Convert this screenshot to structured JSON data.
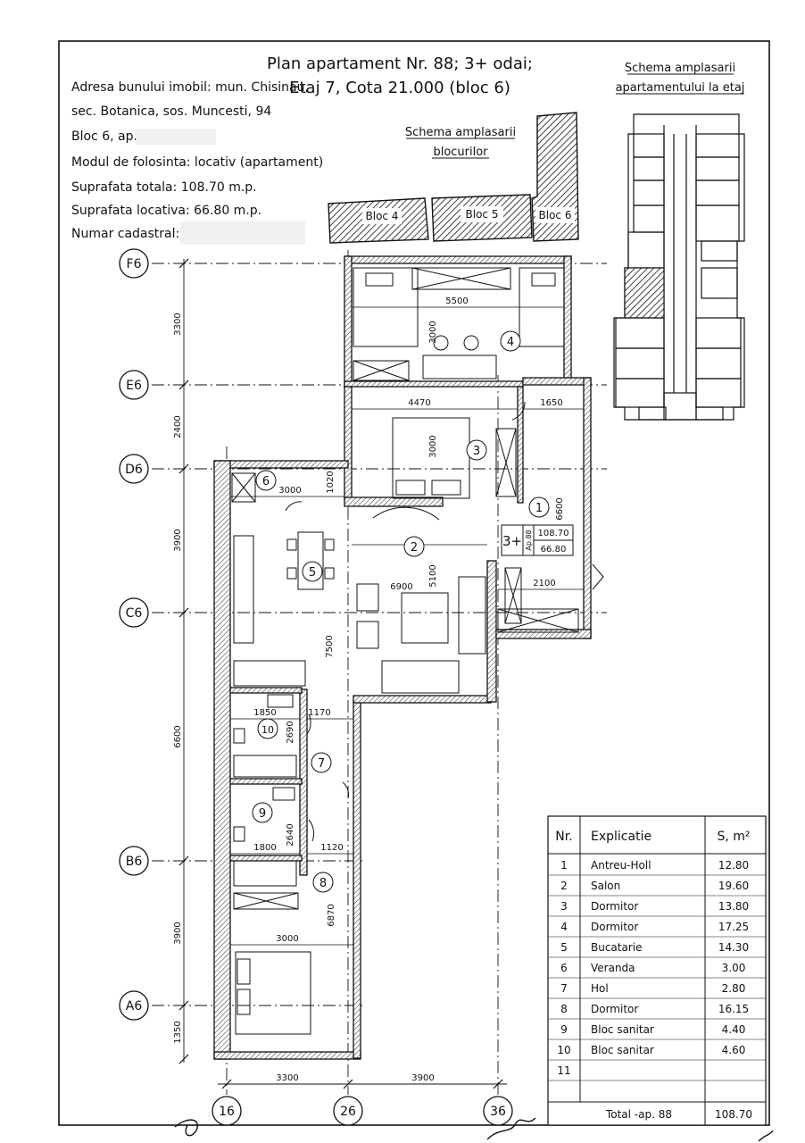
{
  "title": {
    "line1": "Plan apartament  Nr. 88; 3+ odai;",
    "line2": "Etaj 7, Cota 21.000 (bloc 6)"
  },
  "info": [
    "Adresa bunului imobil: mun. Chisinau,",
    "sec. Botanica, sos. Muncesti, 94",
    "Bloc 6, ap.",
    "Modul de folosinta: locativ (apartament)",
    "Suprafata totala: 108.70 m.p.",
    "Suprafata locativa: 66.80 m.p.",
    "Numar cadastral:"
  ],
  "blocks_schema": {
    "title_line1": "Schema amplasarii",
    "title_line2": "blocurilor",
    "blocks": [
      "Bloc 4",
      "Bloc 5",
      "Bloc 6"
    ]
  },
  "floor_schema": {
    "title_line1": "Schema amplasarii",
    "title_line2": "apartamentului la etaj"
  },
  "axes": {
    "rows": [
      "F6",
      "E6",
      "D6",
      "C6",
      "B6",
      "A6"
    ],
    "cols": [
      "16",
      "26",
      "36"
    ]
  },
  "dimensions": {
    "left": [
      "3300",
      "2400",
      "3900",
      "6600",
      "3900",
      "1350"
    ],
    "bottom": [
      "3300",
      "3900"
    ],
    "inner": [
      "5500",
      "3000",
      "4470",
      "1650",
      "3000",
      "3000",
      "1020",
      "6600",
      "6900",
      "5100",
      "2100",
      "7500",
      "1850",
      "1170",
      "2690",
      "1800",
      "1120",
      "2640",
      "6870",
      "3000"
    ]
  },
  "rooms": [
    "1",
    "2",
    "3",
    "4",
    "5",
    "6",
    "7",
    "8",
    "9",
    "10"
  ],
  "apt_badge": {
    "type": "3+",
    "label": "Ap.88",
    "total": "108.70",
    "living": "66.80"
  },
  "table": {
    "headers": [
      "Nr.",
      "Explicatie",
      "S, m²"
    ],
    "rows": [
      [
        "1",
        "Antreu-Holl",
        "12.80"
      ],
      [
        "2",
        "Salon",
        "19.60"
      ],
      [
        "3",
        "Dormitor",
        "13.80"
      ],
      [
        "4",
        "Dormitor",
        "17.25"
      ],
      [
        "5",
        "Bucatarie",
        "14.30"
      ],
      [
        "6",
        "Veranda",
        "3.00"
      ],
      [
        "7",
        "Hol",
        "2.80"
      ],
      [
        "8",
        "Dormitor",
        "16.15"
      ],
      [
        "9",
        "Bloc sanitar",
        "4.40"
      ],
      [
        "10",
        "Bloc sanitar",
        "4.60"
      ],
      [
        "11",
        "",
        ""
      ]
    ],
    "total_label": "Total -ap. 88",
    "total_value": "108.70"
  }
}
